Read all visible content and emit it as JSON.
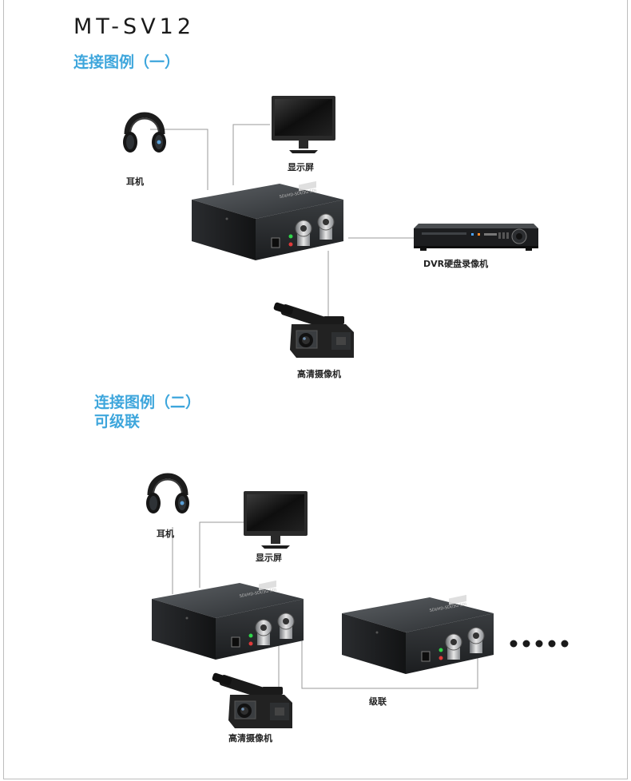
{
  "model": "MT-SV12",
  "diagram1": {
    "title": "连接图例（一）",
    "headphones": "耳机",
    "monitor": "显示屏",
    "dvr": "DVR硬盘录像机",
    "camera": "高清摄像机"
  },
  "diagram2": {
    "title": "连接图例（二）",
    "subtitle": "可级联",
    "headphones": "耳机",
    "monitor": "显示屏",
    "cascade": "级联",
    "camera": "高清摄像机"
  }
}
